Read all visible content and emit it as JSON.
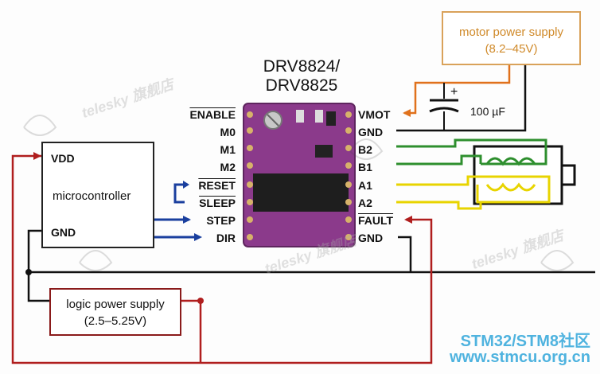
{
  "diagram": {
    "title_line1": "DRV8824/",
    "title_line2": "DRV8825",
    "motor_supply": {
      "label": "motor power supply",
      "range": "(8.2–45V)"
    },
    "logic_supply": {
      "label": "logic power supply",
      "range": "(2.5–5.25V)"
    },
    "microcontroller": {
      "vdd": "VDD",
      "label": "microcontroller",
      "gnd": "GND"
    },
    "capacitor": "100 µF",
    "left_pins": [
      "ENABLE",
      "M0",
      "M1",
      "M2",
      "RESET",
      "SLEEP",
      "STEP",
      "DIR"
    ],
    "right_pins": [
      "VMOT",
      "GND",
      "B2",
      "B1",
      "A1",
      "A2",
      "FAULT",
      "GND"
    ],
    "colors": {
      "red_wire": "#b01e1e",
      "blue_wire": "#1a3f9e",
      "green_wire": "#2e8f2e",
      "yellow_wire": "#e8d400",
      "orange_wire": "#e0711c",
      "black_wire": "#111111",
      "board": "#8b3a8b"
    }
  },
  "watermark": {
    "brand": "telesky",
    "brand_cn": "旗舰店",
    "site1": "STM32/STM8社区",
    "site2": "www.stmcu.org.cn"
  }
}
